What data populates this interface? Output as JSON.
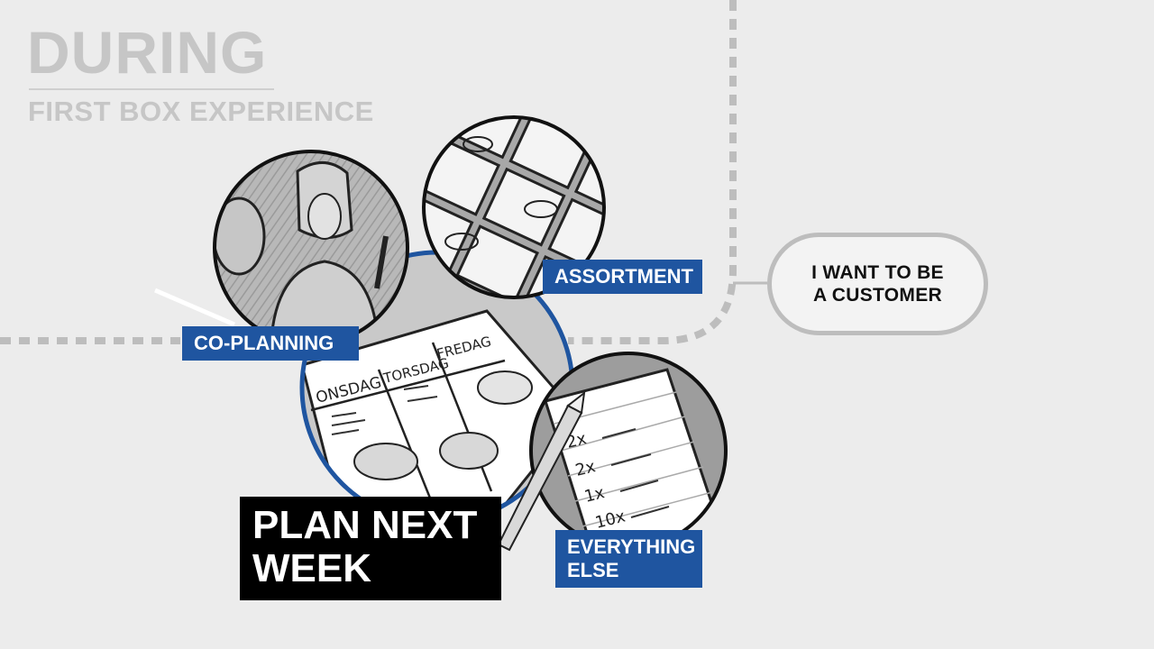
{
  "header": {
    "title": "DURING",
    "subtitle": "FIRST BOX EXPERIENCE"
  },
  "tags": {
    "coplanning": "CO-PLANNING",
    "assortment": "ASSORTMENT",
    "everything_else": "EVERYTHING\nELSE"
  },
  "main_label": "PLAN NEXT\nWEEK",
  "bubble": "I WANT TO BE\nA CUSTOMER",
  "sketch_text": {
    "day1": "ONSDAG",
    "day2": "TORSDAG",
    "day3": "FREDAG",
    "q1": "2x",
    "q2": "2x",
    "q3": "1x",
    "q4": "10x"
  },
  "colors": {
    "background": "#ececec",
    "accent_blue": "#1f55a0",
    "dashed_line": "#bdbdbd",
    "title_gray": "#c6c6c6"
  },
  "icons": [
    "person-sketch-icon",
    "food-grid-sketch-icon",
    "shopping-list-sketch-icon",
    "pencil-icon"
  ]
}
